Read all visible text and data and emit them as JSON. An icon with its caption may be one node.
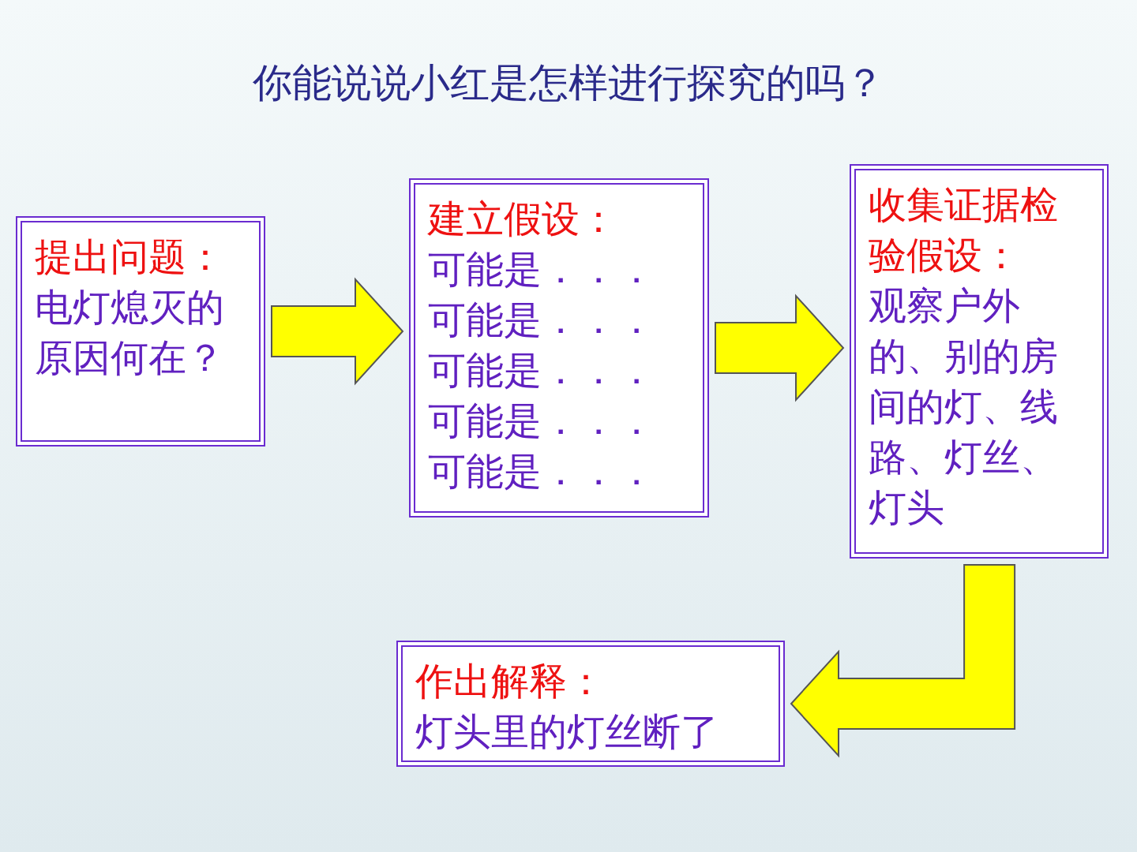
{
  "diagram": {
    "title": "你能说说小红是怎样进行探究的吗？",
    "nodes": [
      {
        "text": [
          "提出问题：",
          "电灯熄灭的原因何在？"
        ]
      },
      {
        "text": [
          "建立假设：",
          "可能是．．．",
          "可能是．．．",
          "可能是．．．",
          "可能是．．．",
          "可能是．．．"
        ]
      },
      {
        "text": [
          "收集证据检验假设：",
          "观察户外的、别的房间的灯、线路、灯丝、灯头"
        ]
      },
      {
        "text": [
          "作出解释：",
          "灯头里的灯丝断了"
        ]
      }
    ],
    "edges": [
      {
        "from": 0,
        "to": 1,
        "arrow": "to"
      },
      {
        "from": 1,
        "to": 2,
        "arrow": "to"
      },
      {
        "from": 2,
        "to": 3,
        "arrow": "to"
      }
    ]
  }
}
